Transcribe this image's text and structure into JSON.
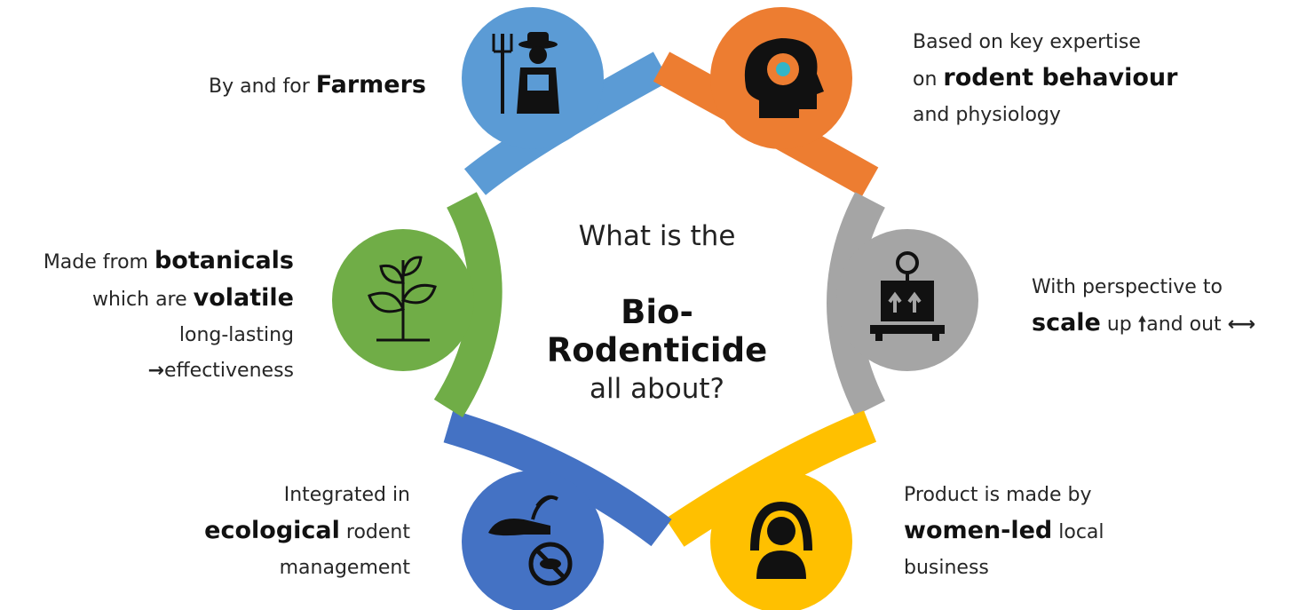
{
  "center": {
    "line1": "What is the",
    "line2": "Bio-Rodenticide",
    "line3": "all about?"
  },
  "segments": [
    {
      "id": "farmers",
      "color": "#5b9bd5",
      "icon": "farmer-icon",
      "lines": [
        [
          {
            "t": "By and for "
          },
          {
            "t": "Farmers",
            "b": true
          }
        ]
      ]
    },
    {
      "id": "expertise",
      "color": "#ed7d31",
      "icon": "brain-gear-icon",
      "lines": [
        [
          {
            "t": "Based on key expertise"
          }
        ],
        [
          {
            "t": "on "
          },
          {
            "t": "rodent behaviour",
            "b": true
          }
        ],
        [
          {
            "t": "and physiology"
          }
        ]
      ]
    },
    {
      "id": "scale",
      "color": "#a5a5a5",
      "icon": "scale-box-icon",
      "lines": [
        [
          {
            "t": "With perspective to"
          }
        ],
        [
          {
            "t": "scale",
            "b": true
          },
          {
            "t": " up "
          },
          {
            "t": "🠕",
            "a": true
          },
          {
            "t": "and out "
          },
          {
            "t": "⟷",
            "a": true
          }
        ]
      ]
    },
    {
      "id": "women",
      "color": "#ffc000",
      "icon": "woman-user-icon",
      "lines": [
        [
          {
            "t": "Product is made by"
          }
        ],
        [
          {
            "t": "women-led",
            "b": true
          },
          {
            "t": " local"
          }
        ],
        [
          {
            "t": "business"
          }
        ]
      ]
    },
    {
      "id": "ecological",
      "color": "#4472c4",
      "icon": "hand-plant-no-rat-icon",
      "lines": [
        [
          {
            "t": "Integrated in"
          }
        ],
        [
          {
            "t": "ecological",
            "b": true
          },
          {
            "t": " rodent"
          }
        ],
        [
          {
            "t": "management"
          }
        ]
      ]
    },
    {
      "id": "botanicals",
      "color": "#70ad47",
      "icon": "plant-icon",
      "lines": [
        [
          {
            "t": "Made from "
          },
          {
            "t": "botanicals",
            "b": true
          }
        ],
        [
          {
            "t": "which are "
          },
          {
            "t": "volatile",
            "b": true
          }
        ],
        [
          {
            "t": "long-lasting"
          }
        ],
        [
          {
            "t": "→",
            "a": true
          },
          {
            "t": "effectiveness"
          }
        ]
      ]
    }
  ]
}
